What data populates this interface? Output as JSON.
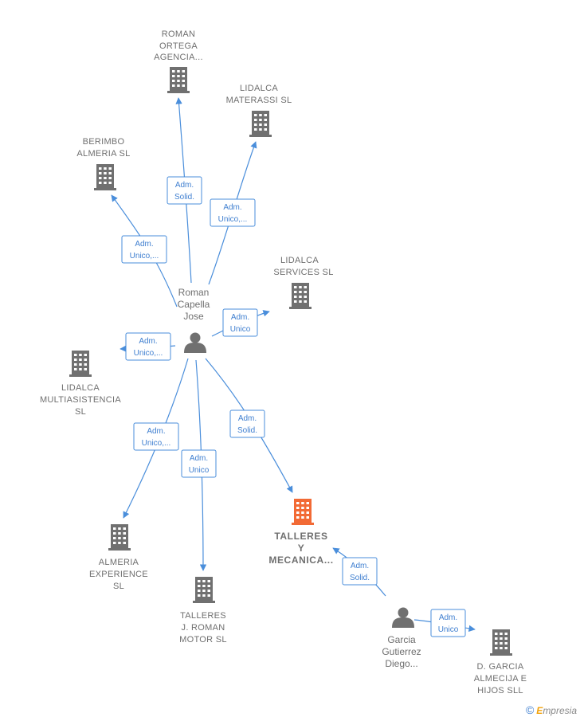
{
  "colors": {
    "edge": "#4a8edb",
    "node": "#707070",
    "highlight": "#f26a35"
  },
  "nodes": {
    "roman_ortega": {
      "lines": [
        "ROMAN",
        "ORTEGA",
        "AGENCIA..."
      ],
      "type": "company"
    },
    "lidalca_materassi": {
      "lines": [
        "LIDALCA",
        "MATERASSI  SL"
      ],
      "type": "company"
    },
    "berimbo": {
      "lines": [
        "BERIMBO",
        "ALMERIA  SL"
      ],
      "type": "company"
    },
    "lidalca_services": {
      "lines": [
        "LIDALCA",
        "SERVICES SL"
      ],
      "type": "company"
    },
    "roman_capella": {
      "lines": [
        "Roman",
        "Capella",
        "Jose"
      ],
      "type": "person"
    },
    "lidalca_multi": {
      "lines": [
        "LIDALCA",
        "MULTIASISTENCIA",
        "SL"
      ],
      "type": "company"
    },
    "talleres_mecanica": {
      "lines": [
        "TALLERES",
        "Y",
        "MECANICA..."
      ],
      "type": "company-highlight"
    },
    "almeria_experience": {
      "lines": [
        "ALMERIA",
        "EXPERIENCE",
        "SL"
      ],
      "type": "company"
    },
    "talleres_roman": {
      "lines": [
        "TALLERES",
        "J.  ROMAN",
        "MOTOR  SL"
      ],
      "type": "company"
    },
    "garcia": {
      "lines": [
        "Garcia",
        "Gutierrez",
        "Diego..."
      ],
      "type": "person"
    },
    "d_garcia": {
      "lines": [
        "D.  GARCIA",
        "ALMECIJA E",
        "HIJOS  SLL"
      ],
      "type": "company"
    }
  },
  "edges": [
    {
      "id": "e_roman_ortega",
      "role": [
        "Adm.",
        "Solid."
      ]
    },
    {
      "id": "e_materassi",
      "role": [
        "Adm.",
        "Unico,..."
      ]
    },
    {
      "id": "e_berimbo",
      "role": [
        "Adm.",
        "Unico,..."
      ]
    },
    {
      "id": "e_services",
      "role": [
        "Adm.",
        "Unico"
      ]
    },
    {
      "id": "e_multi",
      "role": [
        "Adm.",
        "Unico,..."
      ]
    },
    {
      "id": "e_almeria",
      "role": [
        "Adm.",
        "Unico,..."
      ]
    },
    {
      "id": "e_talleres_roman",
      "role": [
        "Adm.",
        "Unico"
      ]
    },
    {
      "id": "e_talleres_mecanica",
      "role": [
        "Adm.",
        "Solid."
      ]
    },
    {
      "id": "e_garcia_mecanica",
      "role": [
        "Adm.",
        "Solid."
      ]
    },
    {
      "id": "e_garcia_dgarcia",
      "role": [
        "Adm.",
        "Unico"
      ]
    }
  ],
  "brand": {
    "copyright": "©",
    "name_first": "E",
    "name_rest": "mpresia"
  }
}
